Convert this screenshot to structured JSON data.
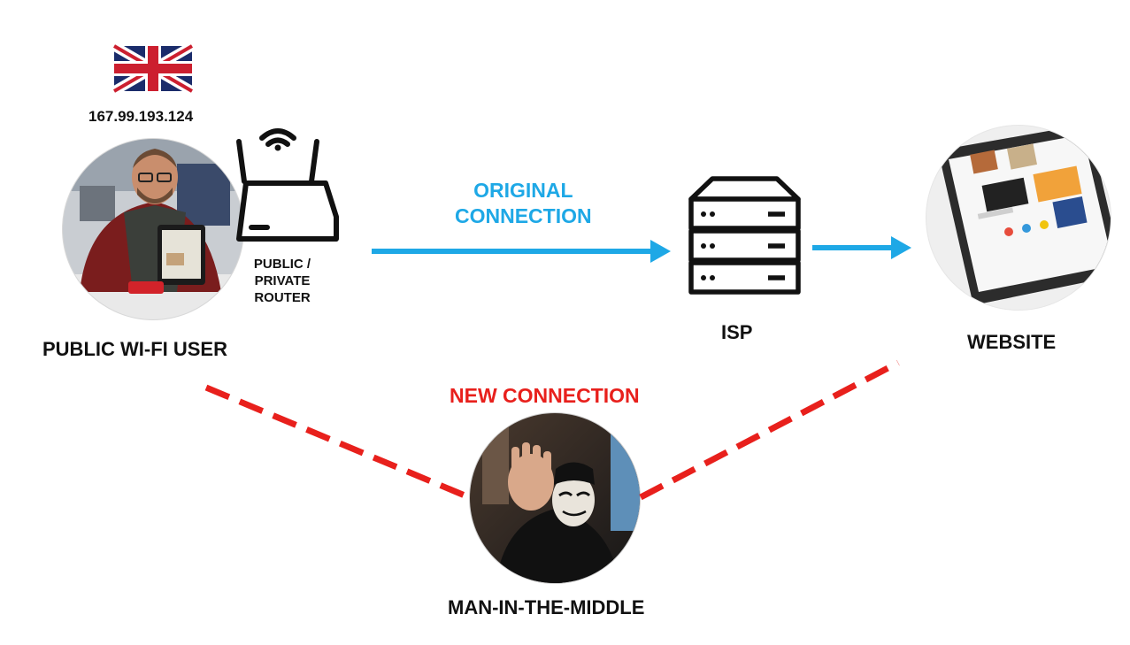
{
  "ip_address": "167.99.193.124",
  "flag": {
    "icon": "uk-flag-icon",
    "colors": {
      "blue": "#1b2c6b",
      "red": "#cc1f2f",
      "white": "#ffffff"
    }
  },
  "nodes": {
    "user": {
      "label": "PUBLIC WI-FI USER",
      "icon": "person-with-tablet-photo"
    },
    "router": {
      "label_lines": [
        "PUBLIC /",
        "PRIVATE",
        "ROUTER"
      ],
      "icon": "wifi-router-icon"
    },
    "isp": {
      "label": "ISP",
      "icon": "server-rack-icon"
    },
    "website": {
      "label": "WEBSITE",
      "icon": "tablet-website-photo"
    },
    "attacker": {
      "label": "MAN-IN-THE-MIDDLE",
      "icon": "masked-hacker-photo"
    }
  },
  "connections": {
    "original": {
      "label_lines": [
        "ORIGINAL",
        "CONNECTION"
      ],
      "color": "#1ea8e6"
    },
    "new": {
      "label": "NEW CONNECTION",
      "color": "#e8201c"
    }
  }
}
